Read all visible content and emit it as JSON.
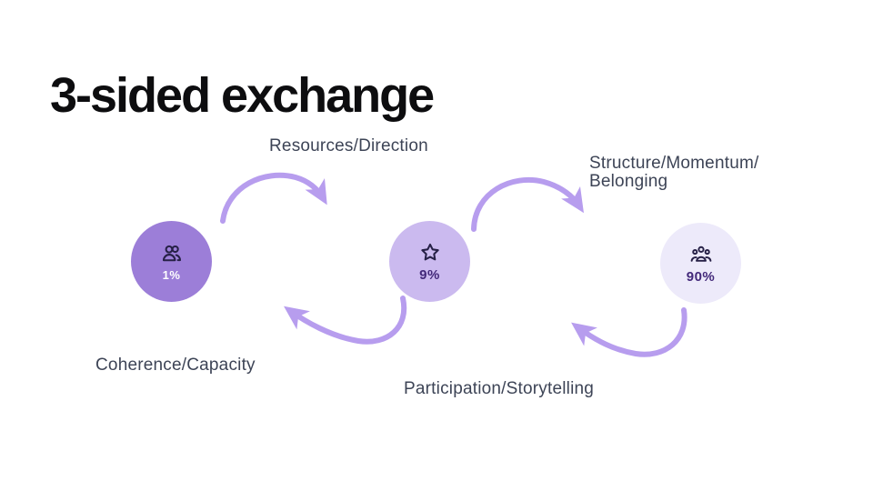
{
  "slide": {
    "title": "3-sided exchange"
  },
  "diagram": {
    "nodes": [
      {
        "name": "left-node",
        "icon": "two-users-icon",
        "percent": "1%"
      },
      {
        "name": "center-node",
        "icon": "star-icon",
        "percent": "9%"
      },
      {
        "name": "right-node",
        "icon": "users-group-icon",
        "percent": "90%"
      }
    ],
    "flow_labels": {
      "top_left": "Resources/Direction",
      "top_right_line1": "Structure/Momentum/",
      "top_right_line2": "Belonging",
      "bottom_left": "Coherence/Capacity",
      "bottom_center": "Participation/Storytelling"
    }
  },
  "colors": {
    "background": "#ffffff",
    "title_text": "#0d0d0f",
    "label_text": "#3d4456",
    "arrow": "#b79dee",
    "node_left_fill": "#9c7ed8",
    "node_center_fill": "#cbbaef",
    "node_right_fill": "#edeafa",
    "icon_stroke": "#262046",
    "percent_on_dark": "#ffffff",
    "percent_on_light": "#43297a"
  }
}
